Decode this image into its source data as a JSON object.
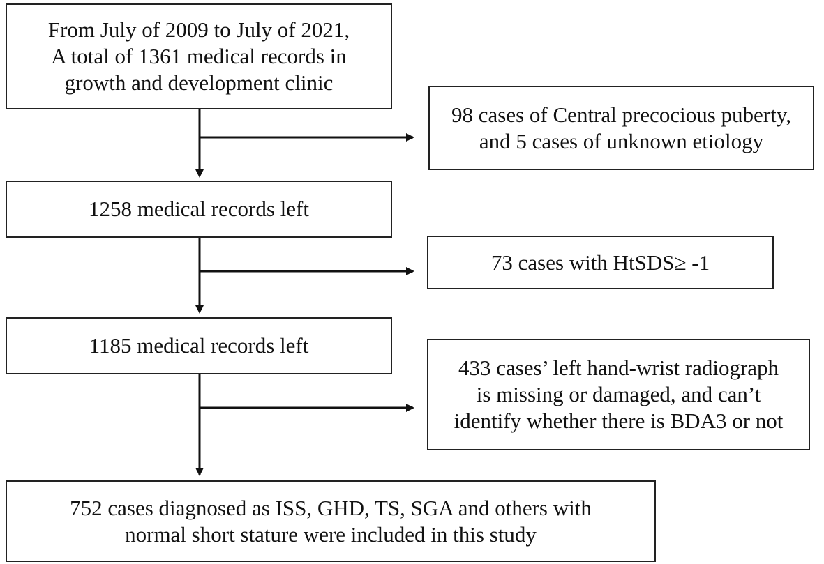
{
  "diagram": {
    "boxes": [
      {
        "id": "start",
        "lines": [
          "From July of 2009 to July of 2021,",
          "A total of 1361 medical records in",
          "growth and development clinic"
        ]
      },
      {
        "id": "exclude1",
        "lines": [
          "98 cases of Central precocious puberty,",
          "and 5 cases of unknown etiology"
        ]
      },
      {
        "id": "step2",
        "lines": [
          "1258 medical records left"
        ]
      },
      {
        "id": "exclude2",
        "lines": [
          "73 cases with HtSDS≥ -1"
        ]
      },
      {
        "id": "step3",
        "lines": [
          "1185 medical records left"
        ]
      },
      {
        "id": "exclude3",
        "lines": [
          "433 cases’ left hand-wrist radiograph",
          "is missing or damaged, and can’t",
          "identify whether there is BDA3 or not"
        ]
      },
      {
        "id": "final",
        "lines": [
          "752 cases diagnosed as ISS, GHD, TS, SGA and others with",
          "normal short stature were included in this study"
        ]
      }
    ],
    "line_color": "#111111"
  }
}
